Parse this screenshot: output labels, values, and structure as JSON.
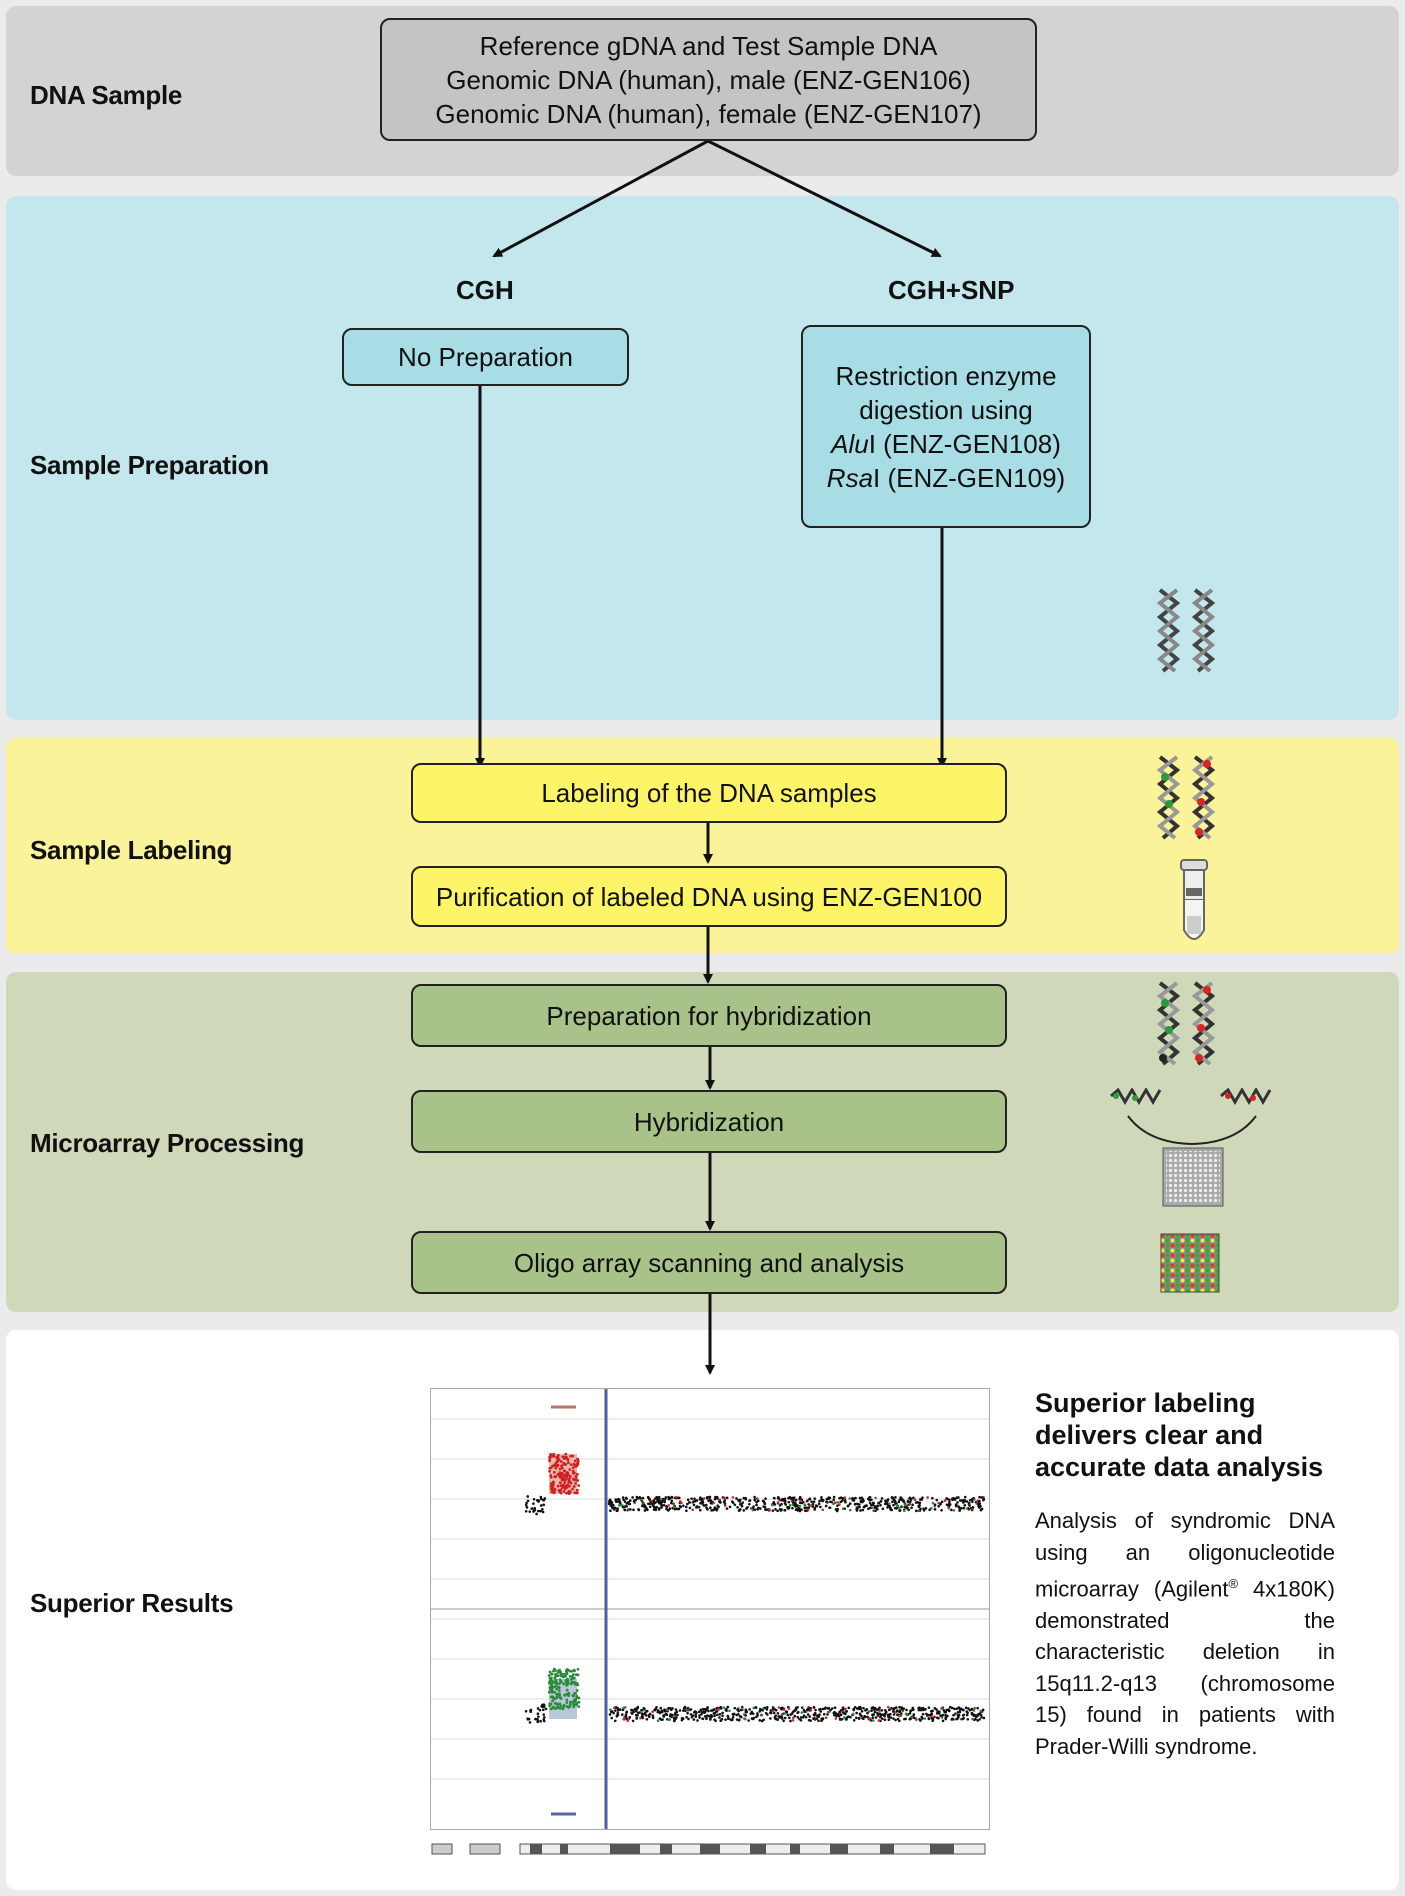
{
  "bands": {
    "dna_sample": "DNA Sample",
    "sample_preparation": "Sample Preparation",
    "sample_labeling": "Sample Labeling",
    "microarray_processing": "Microarray Processing",
    "superior_results": "Superior Results"
  },
  "colors": {
    "dna_band": "#d3d3d3",
    "prep_band": "#c3e7ed",
    "label_band": "#faf39a",
    "micro_band": "#cfd9ba",
    "results_band": "#ffffff",
    "dna_box": "#c4c4c4",
    "prep_box": "#a9dde6",
    "label_box": "#fdf467",
    "micro_box": "#a9c28a"
  },
  "dna_box": {
    "line1": "Reference gDNA and Test Sample DNA",
    "line2": "Genomic DNA (human), male (ENZ-GEN106)",
    "line3": "Genomic DNA (human), female (ENZ-GEN107)"
  },
  "branches": {
    "cgh": "CGH",
    "cgh_snp": "CGH+SNP"
  },
  "prep": {
    "no_prep": "No Preparation",
    "digest_line1": "Restriction enzyme",
    "digest_line2": "digestion using",
    "alu_italic": "Alu",
    "alu_rest": "I (ENZ-GEN108)",
    "rsa_italic": "Rsa",
    "rsa_rest": "I (ENZ-GEN109)"
  },
  "labeling": {
    "step1": "Labeling of the DNA samples",
    "step2": "Purification of labeled DNA using ENZ-GEN100"
  },
  "microarray": {
    "step1": "Preparation for hybridization",
    "step2": "Hybridization",
    "step3": "Oligo array scanning and analysis"
  },
  "results": {
    "title": "Superior labeling delivers clear and accurate data analysis",
    "text_before": "Analysis of syndromic DNA using an oligonucleotide microarray (Agilent",
    "text_sup": "®",
    "text_after": " 4x180K) demonstrated the characteristic deletion in 15q11.2-q13 (chromosome 15) found in patients with Prader-Willi syndrome."
  }
}
